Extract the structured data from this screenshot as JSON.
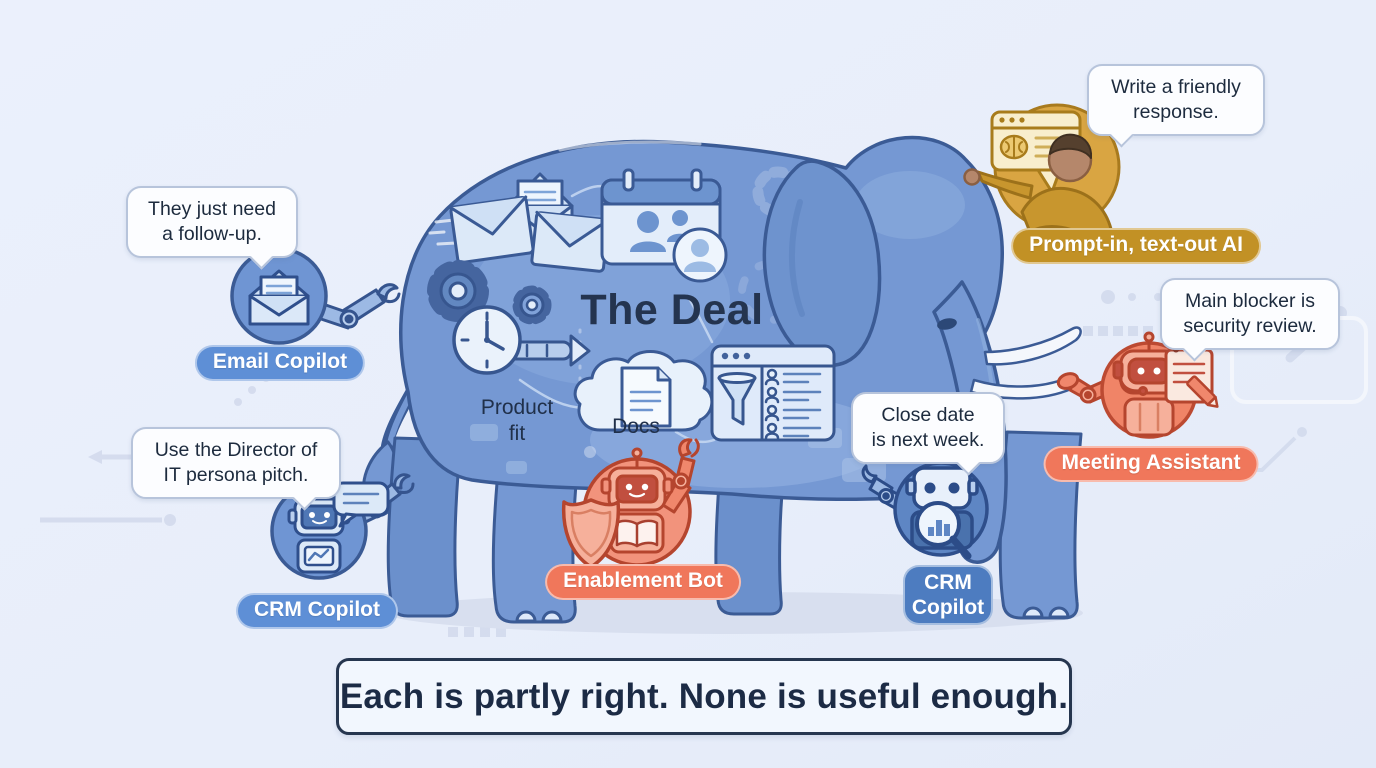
{
  "title": "The Deal",
  "caption": "Each is partly right. None is useful enough.",
  "body_labels": {
    "product_fit": "Product\nfit",
    "docs": "Docs"
  },
  "agents": {
    "email_copilot": {
      "label": "Email Copilot",
      "bubble": "They just need\na follow-up."
    },
    "crm_copilot_left": {
      "label": "CRM Copilot",
      "bubble": "Use the Director of\nIT persona pitch."
    },
    "enablement_bot": {
      "label": "Enablement Bot"
    },
    "crm_copilot_right": {
      "label": "CRM\nCopilot",
      "bubble": "Close date\nis next week."
    },
    "meeting_assistant": {
      "label": "Meeting Assistant",
      "bubble": "Main blocker is\nsecurity review."
    },
    "prompt_ai": {
      "label": "Prompt-in, text-out AI",
      "bubble": "Write a friendly\nresponse."
    }
  },
  "colors": {
    "background": "#e9eef9",
    "elephant_body": "#7598d3",
    "elephant_outline": "#3b5b95",
    "blue_agent": "#5e8fd6",
    "blue_agent_dark": "#4d7cc0",
    "coral_agent": "#f0775b",
    "gold_agent": "#c29125",
    "bubble_border": "#b7c4db",
    "text_dark": "#24344f"
  },
  "icons": [
    "open-envelope-icon",
    "envelope-icon",
    "calendar-people-icon",
    "contact-badge-icon",
    "gear-icon",
    "ghost-gear-icon",
    "clock-icon",
    "timeline-arrow-icon",
    "cloud-icon",
    "document-icon",
    "browser-window-icon",
    "funnel-icon",
    "contact-list-icon",
    "robot-icon",
    "chat-bubble-icon",
    "chart-screen-icon",
    "shield-icon",
    "open-book-icon",
    "magnifier-chart-icon",
    "headset-icon",
    "notepad-pencil-icon",
    "browser-brain-icon",
    "person-icon"
  ]
}
